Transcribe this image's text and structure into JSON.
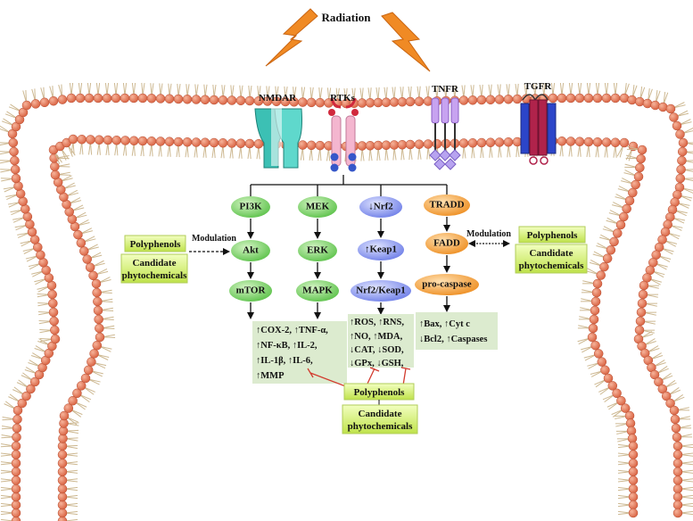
{
  "title": "Radiation",
  "receptors": {
    "nmdar": "NMDAR",
    "rtks": "RTKs",
    "tnfr": "TNFR",
    "tgfr": "TGFR"
  },
  "pathways": {
    "pi3k": [
      "PI3K",
      "Akt",
      "mTOR"
    ],
    "mek": [
      "MEK",
      "ERK",
      "MAPK"
    ],
    "nrf2": [
      "↓Nrf2",
      "↑Keap1",
      "Nrf2/Keap1"
    ],
    "tradd": [
      "TRADD",
      "FADD",
      "pro-caspase"
    ]
  },
  "outcomes": {
    "inflammation": [
      "↑COX-2, ↑TNF-α,",
      "↑NF-κB, ↑IL-2,",
      "↑IL-1β, ↑IL-6,",
      "↑MMP"
    ],
    "oxidative": [
      "↑ROS, ↑RNS,",
      "↑NO, ↑MDA,",
      "↓CAT, ↓SOD,",
      "↓GPx, ↓GSH,"
    ],
    "apoptosis": [
      "↑Bax, ↑Cyt c",
      "↓Bcl2, ↑Caspases"
    ]
  },
  "left_modulation": {
    "label": "Modulation",
    "polyphenols": "Polyphenols",
    "candidate": [
      "Candidate",
      "phytochemicals"
    ]
  },
  "right_modulation": {
    "label": "Modulation",
    "polyphenols": "Polyphenols",
    "candidate": [
      "Candidate",
      "phytochemicals"
    ]
  },
  "bottom_modulation": {
    "polyphenols": "Polyphenols",
    "candidate": [
      "Candidate",
      "phytochemicals"
    ]
  },
  "colors": {
    "head": "#e0795a",
    "tail": "#cdb891",
    "green_node": "#7ed36a",
    "blue_node": "#7f8ff0",
    "orange_node": "#f2a13a",
    "outcome_box": "#dcebcf",
    "mod_box": "#d9f27a",
    "bolt": "#f08a24"
  }
}
